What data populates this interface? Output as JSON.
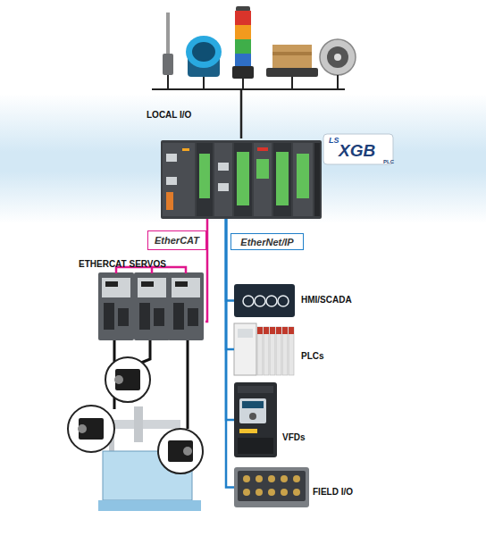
{
  "diagram": {
    "nodes": [
      {
        "text": [
          "LOCAL I/O"
        ]
      },
      {
        "text": [
          "LS",
          "XGB",
          "PLC"
        ]
      },
      {
        "text": [
          "ETHERCAT SERVOS"
        ]
      },
      {
        "text": [
          "HMI/SCADA"
        ]
      },
      {
        "text": [
          "PLCs"
        ]
      },
      {
        "text": [
          "VFDs"
        ]
      },
      {
        "text": [
          "FIELD I/O"
        ]
      }
    ],
    "edges": [
      {
        "from": 1,
        "to": 0,
        "arrow": "none"
      },
      {
        "from": 1,
        "to": 2,
        "label": "EtherCAT",
        "arrow": "none"
      },
      {
        "from": 1,
        "to": 3,
        "label": "EtherNet/IP",
        "arrow": "none"
      },
      {
        "from": 1,
        "to": 4,
        "arrow": "none"
      },
      {
        "from": 1,
        "to": 5,
        "arrow": "none"
      },
      {
        "from": 1,
        "to": 6,
        "arrow": "none"
      }
    ]
  }
}
